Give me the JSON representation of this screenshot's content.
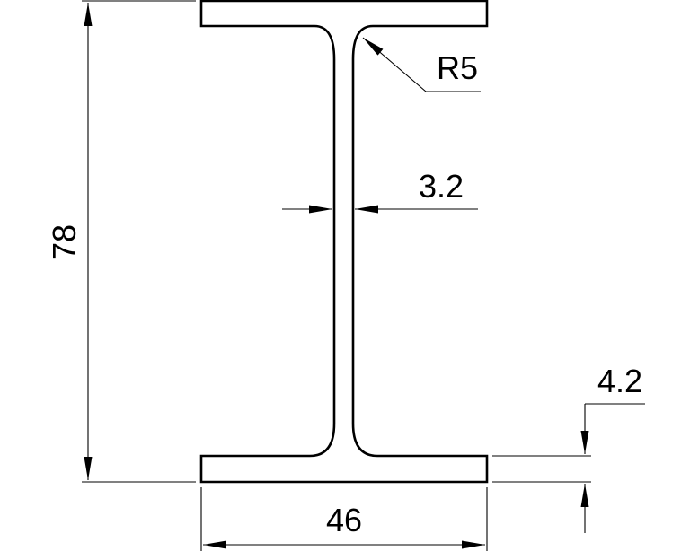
{
  "drawing": {
    "subject": "I-beam cross-section",
    "colors": {
      "line": "#000000",
      "background": "#ffffff"
    },
    "dimensions": {
      "height": {
        "label": "78",
        "orientation": "vertical"
      },
      "flange_width": {
        "label": "46",
        "orientation": "horizontal"
      },
      "web_thickness": {
        "label": "3.2",
        "orientation": "horizontal"
      },
      "flange_thickness": {
        "label": "4.2",
        "orientation": "vertical"
      },
      "fillet_radius": {
        "label": "R5",
        "type": "radius"
      }
    }
  }
}
